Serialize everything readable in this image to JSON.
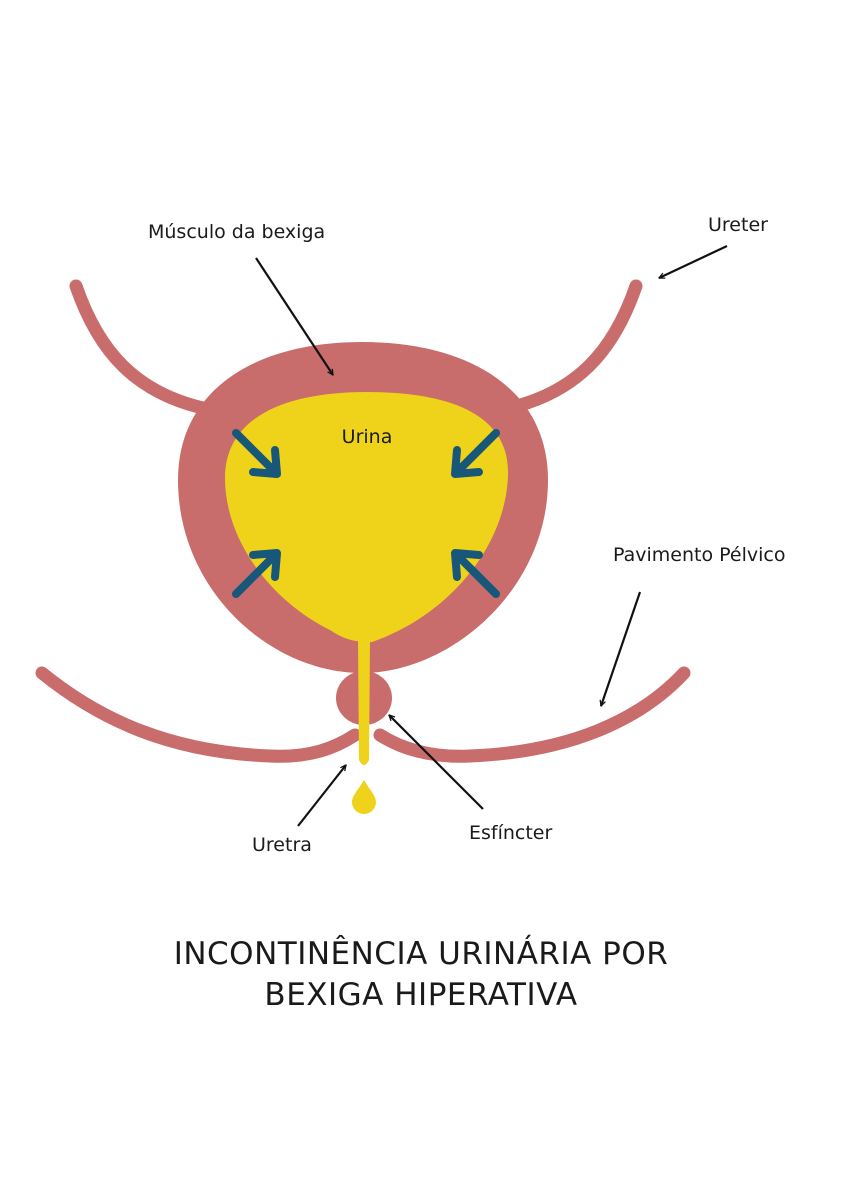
{
  "diagram": {
    "title_line1": "INCONTINÊNCIA URINÁRIA POR",
    "title_line2": "BEXIGA HIPERATIVA",
    "labels": {
      "bladder_muscle": "Músculo da bexiga",
      "ureter": "Ureter",
      "urine": "Urina",
      "pelvic_floor": "Pavimento Pélvico",
      "urethra": "Uretra",
      "sphincter": "Esfíncter"
    },
    "colors": {
      "muscle": "#c96c6c",
      "urine": "#eed31a",
      "pressure_arrows": "#16577a",
      "pointer_arrows": "#111111"
    }
  }
}
